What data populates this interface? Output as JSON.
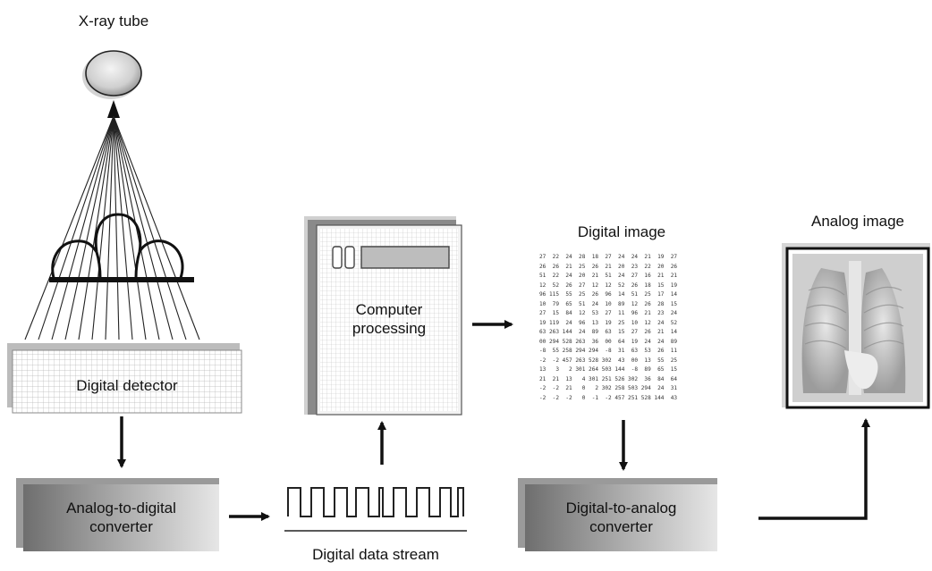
{
  "labels": {
    "xray_tube": "X-ray tube",
    "digital_detector": "Digital detector",
    "adc_line1": "Analog-to-digital",
    "adc_line2": "converter",
    "computer_line1": "Computer",
    "computer_line2": "processing",
    "data_stream": "Digital data stream",
    "digital_image": "Digital image",
    "dac_line1": "Digital-to-analog",
    "dac_line2": "converter",
    "analog_image": "Analog image"
  },
  "digital_image_rows": [
    "27  22  24  28  18  27  24  24  21  19  27",
    "26  26  21  25  26  21  20  23  22  20  26",
    "51  22  24  20  21  51  24  27  16  21  21",
    "12  52  26  27  12  12  52  26  18  15  19",
    "96 115  55  25  26  96  14  51  25  17  14",
    "10  79  65  51  24  10  89  12  26  28  15",
    "27  15  84  12  53  27  11  96  21  23  24",
    "19 119  24  96  13  19  25  10  12  24  52",
    "63 263 144  24  89  63  15  27  26  21  14",
    "00 294 528 263  36  00  64  19  24  24  89",
    "-8  55 258 294 294  -8  31  63  53  26  11",
    "-2  -2 457 263 528 302  43  00  13  55  25",
    "13   3   2 301 264 503 144  -8  89  65  15",
    "21  21  13   4 301 251 526 302  36  84  64",
    "-2  -2  21   0   2 302 258 503 294  24  31",
    "-2  -2  -2   0  -1  -2 457 251 528 144  43"
  ]
}
